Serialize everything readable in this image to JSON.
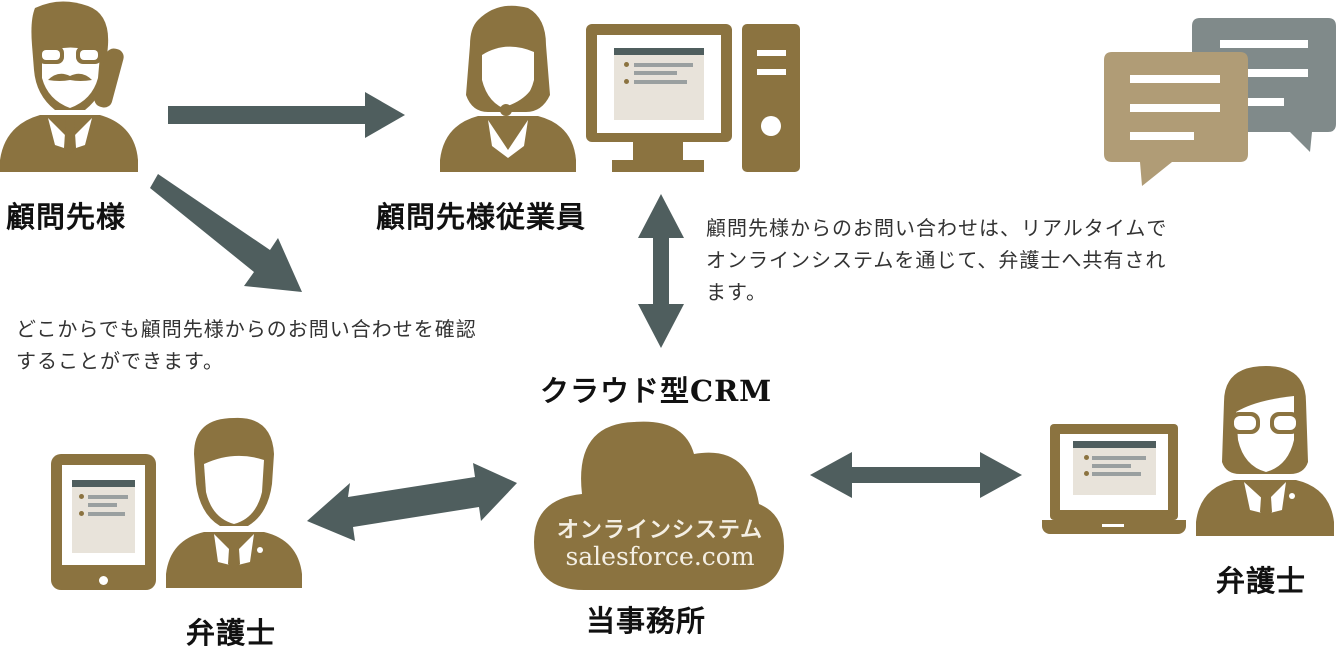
{
  "colors": {
    "brand_gold": "#8b7340",
    "arrow_gray": "#4f5e5e",
    "screen_bg": "#e8e3da",
    "screen_header": "#4f5e5e",
    "screen_line": "#9aa0a0",
    "chat_gold": "#b09c76",
    "chat_gray": "#808a8a"
  },
  "nodes": {
    "client": {
      "label": "顧問先様",
      "icon": "client-with-phone-icon"
    },
    "client_employee": {
      "label": "顧問先様従業員",
      "icon": "operator-headset-icon"
    },
    "cloud_crm": {
      "title": "クラウド型CRM",
      "line1": "オンラインシステム",
      "line2": "salesforce.com",
      "caption": "当事務所",
      "icon": "cloud-icon"
    },
    "lawyer_left": {
      "label": "弁護士",
      "icon": "male-lawyer-icon",
      "device": "tablet-icon"
    },
    "lawyer_right": {
      "label": "弁護士",
      "icon": "female-lawyer-icon",
      "device": "laptop-icon"
    }
  },
  "descriptions": {
    "realtime_share": [
      "顧問先様からのお問い合わせは、リアルタイムで",
      "オンラインシステムを通じて、弁護士へ共有され",
      "ます。"
    ],
    "anywhere_check": [
      "どこからでも顧問先様からのお問い合わせを確認",
      "することができます。"
    ]
  },
  "decorations": {
    "chat": "chat-bubbles-icon",
    "desktop": "desktop-computer-icon"
  }
}
